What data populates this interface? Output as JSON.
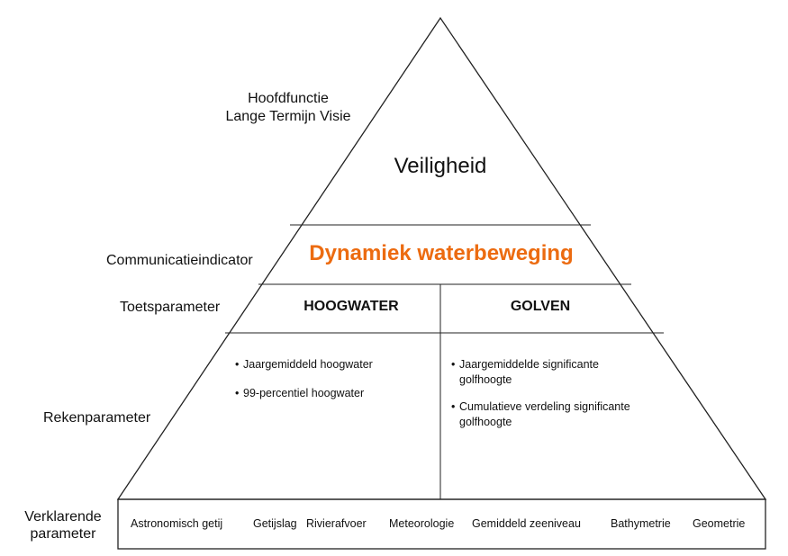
{
  "levels": {
    "hoofdfunctie": [
      "Hoofdfunctie",
      "Lange Termijn Visie"
    ],
    "communicatie": "Communicatieindicator",
    "toets": "Toetsparameter",
    "reken": "Rekenparameter",
    "verklarend": [
      "Verklarende",
      "parameter"
    ]
  },
  "apex": {
    "title": "Veiligheid"
  },
  "indicator": {
    "title": "Dynamiek waterbeweging",
    "color": "#ec6b10"
  },
  "toets_columns": [
    "HOOGWATER",
    "GOLVEN"
  ],
  "reken_left": [
    "Jaargemiddeld hoogwater",
    "99-percentiel hoogwater"
  ],
  "reken_right": [
    [
      "Jaargemiddelde significante",
      "golfhoogte"
    ],
    [
      "Cumulatieve verdeling significante",
      "golfhoogte"
    ]
  ],
  "base_items": [
    "Astronomisch getij",
    "Getijslag",
    "Rivierafvoer",
    "Meteorologie",
    "Gemiddeld zeeniveau",
    "Bathymetrie",
    "Geometrie"
  ],
  "colors": {
    "lines": "#222222",
    "text": "#111111"
  }
}
